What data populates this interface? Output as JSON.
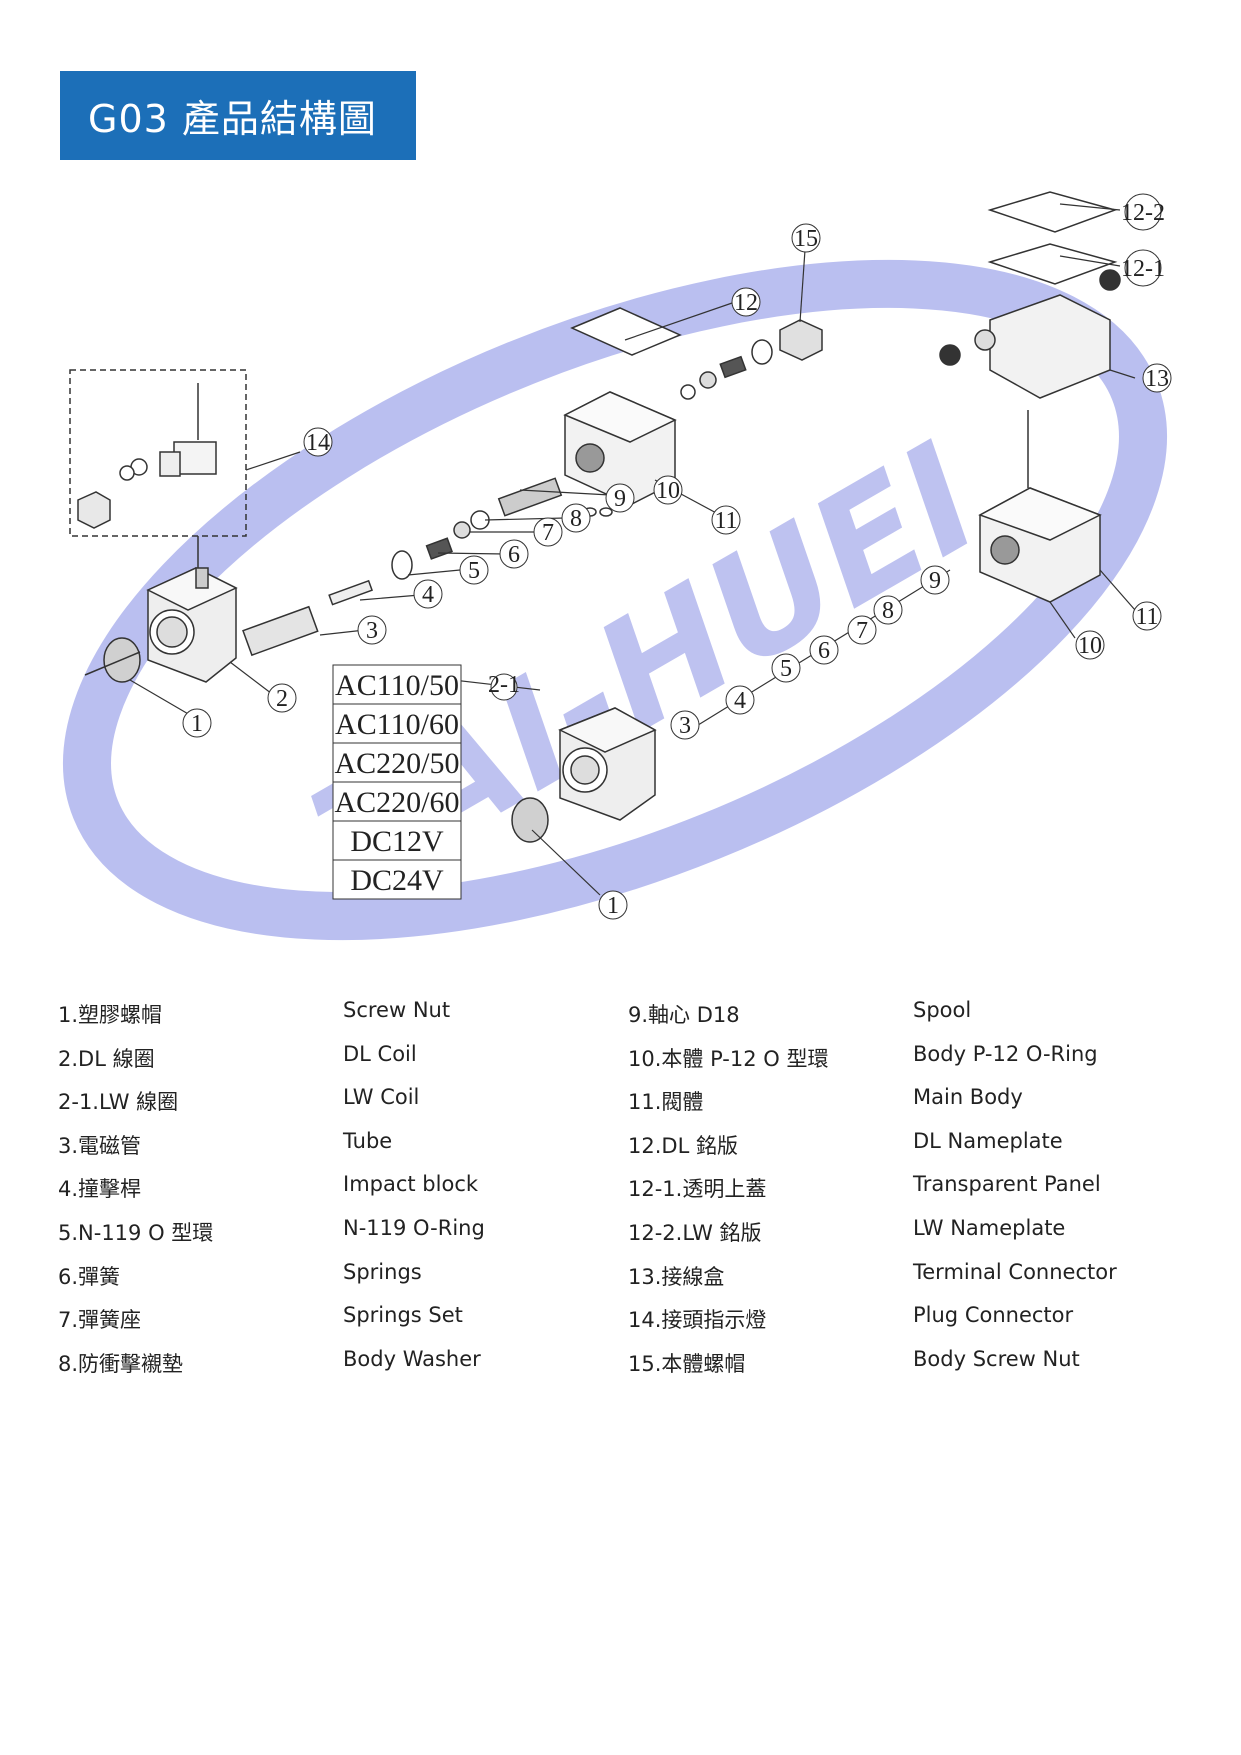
{
  "title": "G03 產品結構圖",
  "watermark": "TAI-HUEI",
  "colors": {
    "title_bg": "#1c6fb8",
    "watermark": "#b3b8ee"
  },
  "callouts": [
    "1",
    "2",
    "2-1",
    "3",
    "4",
    "5",
    "6",
    "7",
    "8",
    "9",
    "10",
    "11",
    "12",
    "12-1",
    "12-2",
    "13",
    "14",
    "15"
  ],
  "voltages": [
    "AC110/50",
    "AC110/60",
    "AC220/50",
    "AC220/60",
    "DC12V",
    "DC24V"
  ],
  "parts_left": [
    {
      "zh": "1.塑膠螺帽",
      "en": "Screw Nut"
    },
    {
      "zh": "2.DL 線圈",
      "en": "DL Coil"
    },
    {
      "zh": "2-1.LW 線圈",
      "en": "LW Coil"
    },
    {
      "zh": "3.電磁管",
      "en": "Tube"
    },
    {
      "zh": "4.撞擊桿",
      "en": "Impact block"
    },
    {
      "zh": "5.N-119 O 型環",
      "en": "N-119 O-Ring"
    },
    {
      "zh": "6.彈簧",
      "en": "Springs"
    },
    {
      "zh": "7.彈簧座",
      "en": "Springs Set"
    },
    {
      "zh": "8.防衝擊襯墊",
      "en": "Body Washer"
    }
  ],
  "parts_right": [
    {
      "zh": "9.軸心 D18",
      "en": "Spool"
    },
    {
      "zh": "10.本體 P-12 O 型環",
      "en": "Body P-12 O-Ring"
    },
    {
      "zh": "11.閥體",
      "en": "Main Body"
    },
    {
      "zh": "12.DL 銘版",
      "en": "DL Nameplate"
    },
    {
      "zh": "12-1.透明上蓋",
      "en": "Transparent Panel"
    },
    {
      "zh": "12-2.LW 銘版",
      "en": "LW Nameplate"
    },
    {
      "zh": "13.接線盒",
      "en": "Terminal Connector"
    },
    {
      "zh": "14.接頭指示燈",
      "en": "Plug Connector"
    },
    {
      "zh": "15.本體螺帽",
      "en": "Body Screw Nut"
    }
  ]
}
